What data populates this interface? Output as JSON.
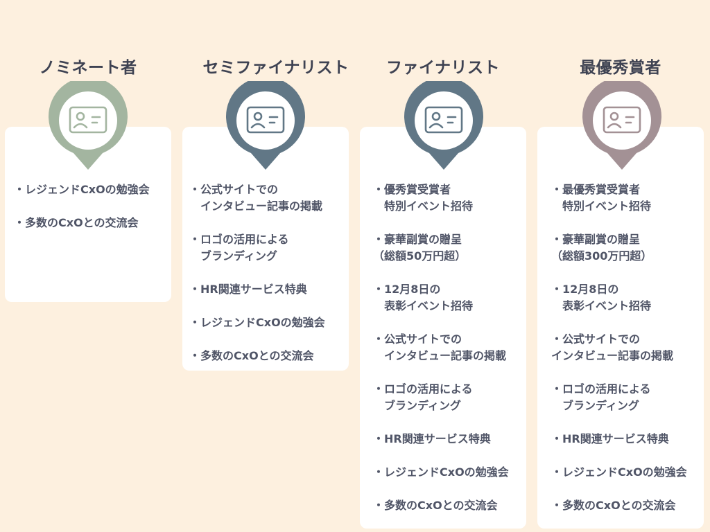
{
  "tiers": [
    {
      "title": "ノミネート者",
      "pin_color": "#a3b5a0",
      "icon": "id-card-icon",
      "benefits": [
        "・レジェンドCxOの勉強会",
        "・多数のCxOとの交流会"
      ]
    },
    {
      "title": "セミファイナリスト",
      "pin_color": "#617786",
      "icon": "id-card-icon",
      "benefits": [
        "・公式サイトでの\n　インタビュー記事の掲載",
        "・ロゴの活用による\n　ブランディング",
        "・HR関連サービス特典",
        "・レジェンドCxOの勉強会",
        "・多数のCxOとの交流会"
      ]
    },
    {
      "title": "ファイナリスト",
      "pin_color": "#617786",
      "icon": "id-card-icon",
      "benefits": [
        "・優秀賞受賞者\n　特別イベント招待",
        "・豪華副賞の贈呈\n（総額50万円超）",
        "・12月8日の\n　表彰イベント招待",
        "・公式サイトでの\n　インタビュー記事の掲載",
        "・ロゴの活用による\n　ブランディング",
        "・HR関連サービス特典",
        "・レジェンドCxOの勉強会",
        "・多数のCxOとの交流会"
      ]
    },
    {
      "title": "最優秀賞者",
      "pin_color": "#a39195",
      "icon": "id-card-icon",
      "benefits": [
        "・最優秀賞受賞者\n　特別イベント招待",
        "・豪華副賞の贈呈\n（総額300万円超）",
        "・12月8日の\n　表彰イベント招待",
        "・公式サイトでの\nインタビュー記事の掲載",
        "・ロゴの活用による\n　ブランディング",
        "・HR関連サービス特典",
        "・レジェンドCxOの勉強会",
        "・多数のCxOとの交流会"
      ]
    }
  ]
}
